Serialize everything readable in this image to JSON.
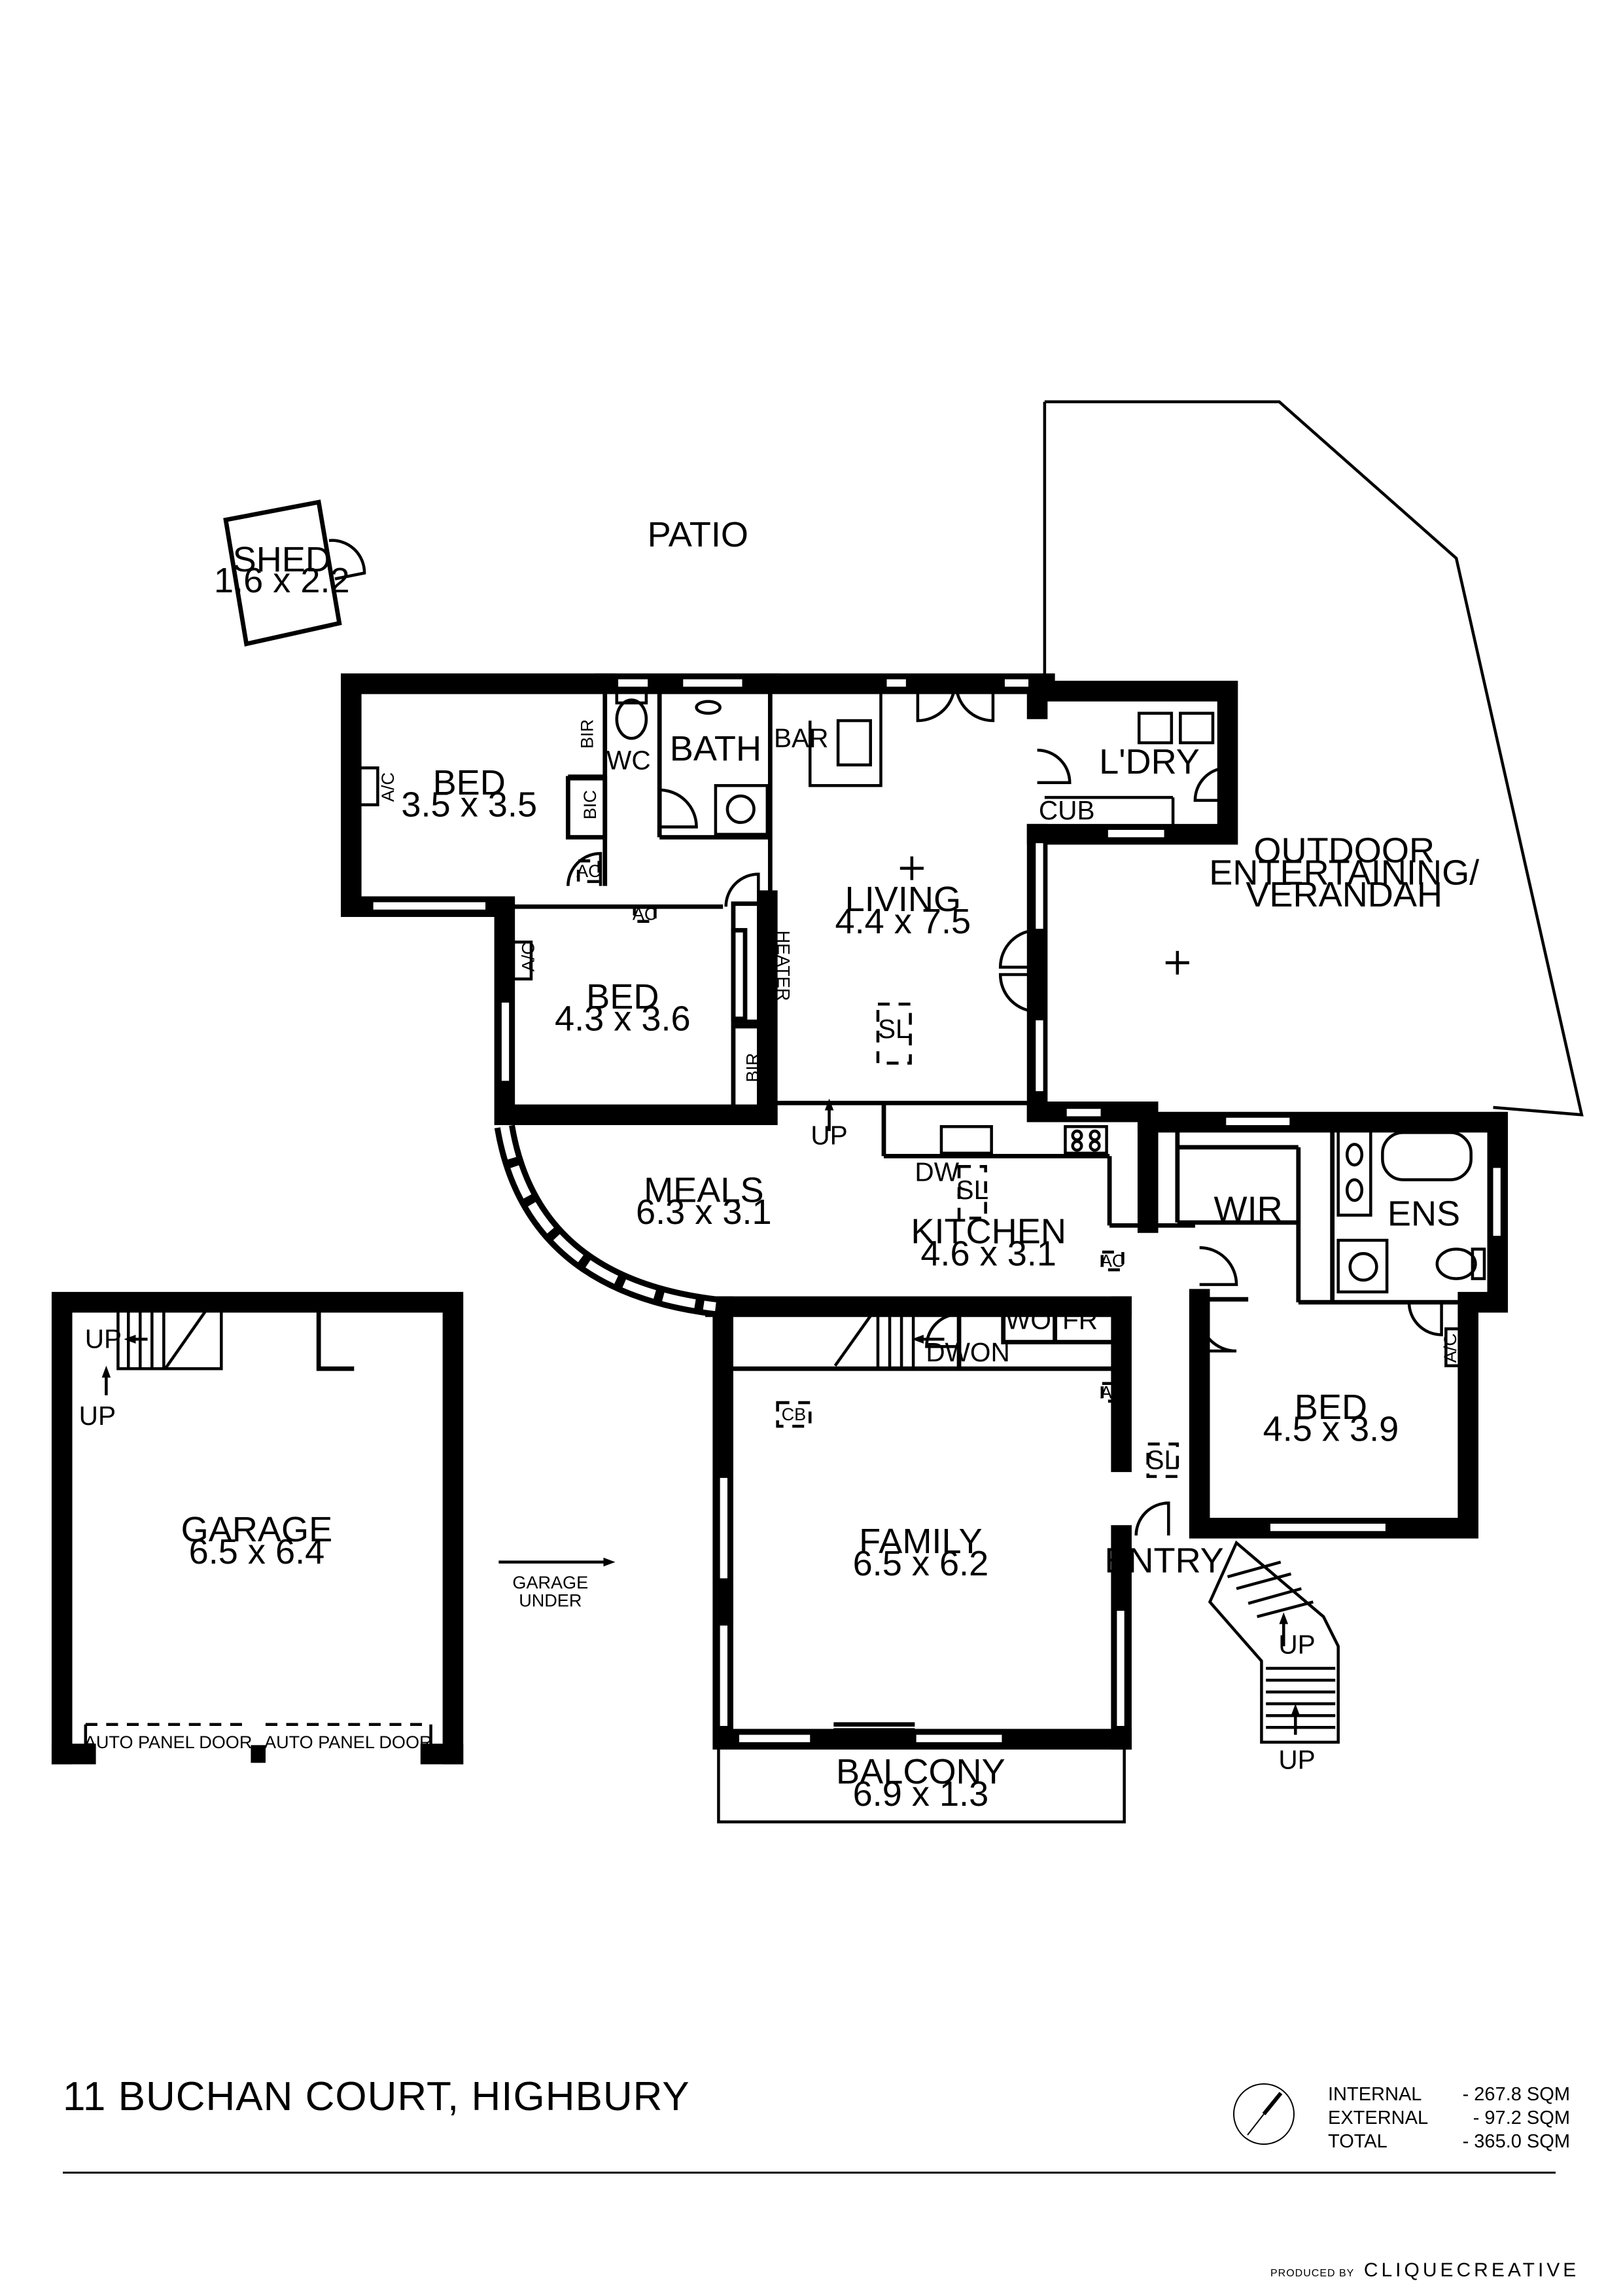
{
  "rooms": {
    "shed": {
      "name": "SHED",
      "dims": "1.6 x 2.2"
    },
    "patio": {
      "name": "PATIO"
    },
    "bed1": {
      "name": "BED",
      "dims": "3.5 x 3.5"
    },
    "bed2": {
      "name": "BED",
      "dims": "4.3 x 3.6"
    },
    "bed3": {
      "name": "BED",
      "dims": "4.5 x 3.9"
    },
    "bath": {
      "name": "BATH"
    },
    "wc": {
      "name": "WC"
    },
    "living": {
      "name": "LIVING",
      "dims": "4.4 x 7.5"
    },
    "laundry": {
      "name": "L'DRY"
    },
    "outdoor": {
      "line1": "OUTDOOR",
      "line2": "ENTERTAINING/",
      "line3": "VERANDAH"
    },
    "meals": {
      "name": "MEALS",
      "dims": "6.3 x 3.1"
    },
    "kitchen": {
      "name": "KITCHEN",
      "dims": "4.6 x 3.1"
    },
    "wir": {
      "name": "WIR"
    },
    "ens": {
      "name": "ENS"
    },
    "family": {
      "name": "FAMILY",
      "dims": "6.5 x 6.2"
    },
    "entry": {
      "name": "ENTRY"
    },
    "balcony": {
      "name": "BALCONY",
      "dims": "6.9 x 1.3"
    },
    "garage": {
      "name": "GARAGE",
      "dims": "6.5 x 6.4"
    }
  },
  "fixtures": {
    "bir": "BIR",
    "bic": "BIC",
    "ac": "AC",
    "ac_unit": "A/C",
    "bar": "BAR",
    "cub": "CUB",
    "heater": "HEATER",
    "sl": "SL",
    "up": "UP",
    "dw": "DW",
    "wo": "WO",
    "fr": "FR",
    "dwon": "DWON",
    "cb": "CB",
    "auto_panel_door": "AUTO PANEL DOOR",
    "garage_under_1": "GARAGE",
    "garage_under_2": "UNDER"
  },
  "footer": {
    "address": "11 BUCHAN COURT, HIGHBURY",
    "areas": [
      {
        "label": "INTERNAL",
        "value": "- 267.8 SQM"
      },
      {
        "label": "EXTERNAL",
        "value": "-   97.2 SQM"
      },
      {
        "label": "TOTAL",
        "value": "- 365.0 SQM"
      }
    ],
    "credit_prefix": "PRODUCED BY",
    "credit_brand": "CLIQUECREATIVE"
  }
}
